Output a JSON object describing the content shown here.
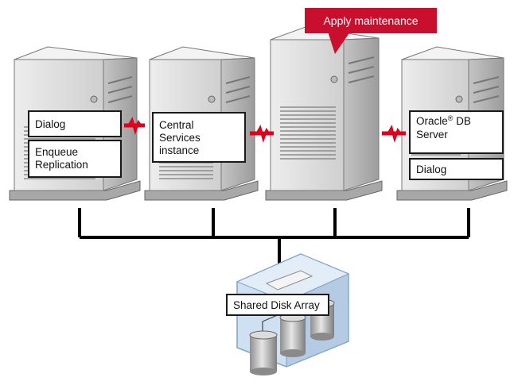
{
  "callout": {
    "text": "Apply maintenance",
    "color": "#c8102e"
  },
  "servers": [
    {
      "name": "server-1",
      "labels": [
        "Dialog",
        "Enqueue\nReplication"
      ]
    },
    {
      "name": "server-2",
      "labels": [
        "Central\nServices\ninstance"
      ]
    },
    {
      "name": "server-3",
      "labels": []
    },
    {
      "name": "server-4",
      "labels": [
        "Oracle",
        "Dialog"
      ]
    }
  ],
  "oracle": {
    "name": "Oracle",
    "trademark": "®",
    "rest": " DB\nServer"
  },
  "storage": {
    "label": "Shared Disk Array"
  },
  "icons": [
    "tower-server",
    "heartbeat-link",
    "disk-cylinder"
  ],
  "colors": {
    "server_front": "#dcdcdc",
    "server_side": "#b3b3b3",
    "link": "#e0001b",
    "network": "#000000",
    "enclosure": "#bcd3ea"
  }
}
